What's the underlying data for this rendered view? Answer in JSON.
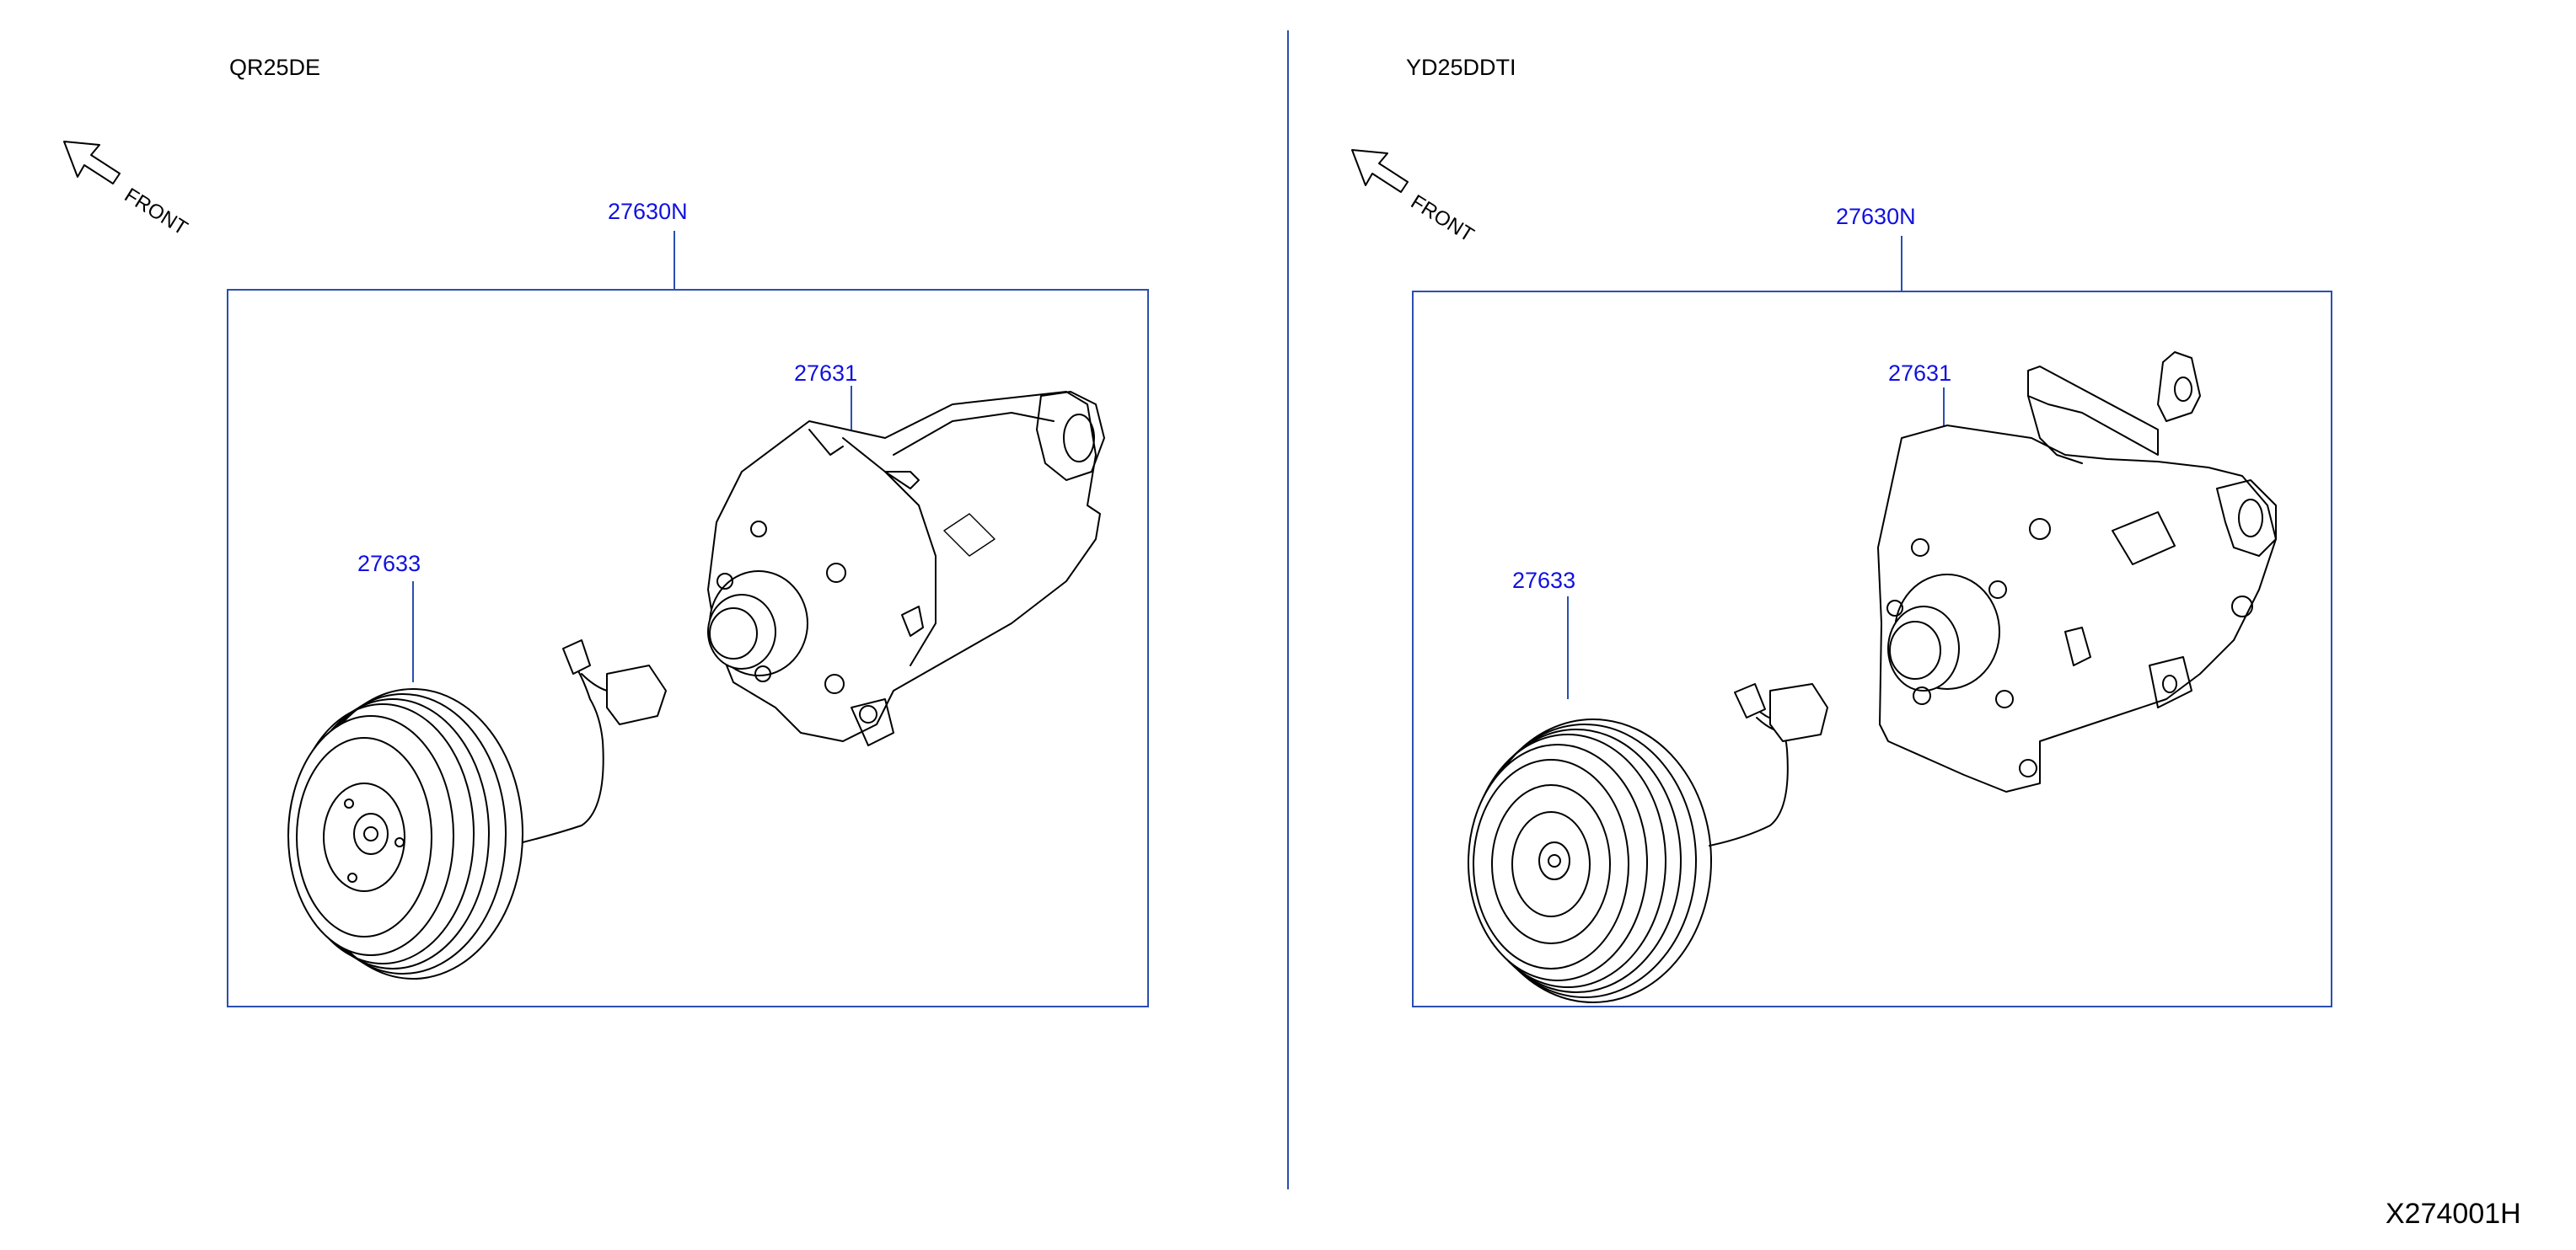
{
  "panels": [
    {
      "engine": "QR25DE",
      "front_label": "FRONT",
      "assembly_part": "27630N",
      "compressor_part": "27631",
      "clutch_part": "27633"
    },
    {
      "engine": "YD25DDTI",
      "front_label": "FRONT",
      "assembly_part": "27630N",
      "compressor_part": "27631",
      "clutch_part": "27633"
    }
  ],
  "drawing_ref": "X274001H",
  "colors": {
    "part_number_text": "#1010e0",
    "frame_line": "#2b4fb0",
    "drawing_line": "#000000"
  }
}
